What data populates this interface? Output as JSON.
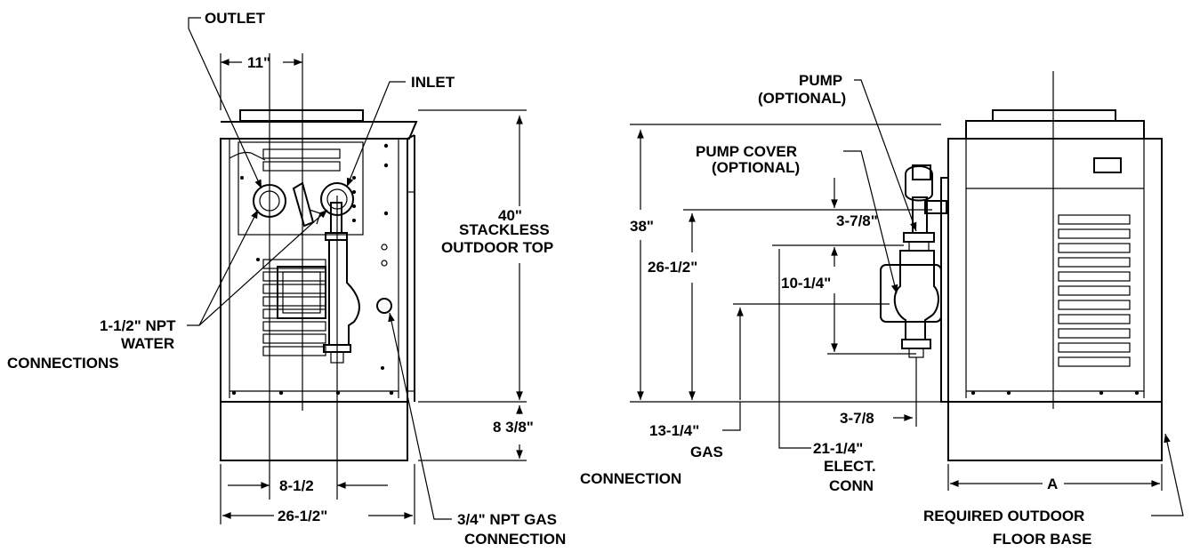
{
  "labels": {
    "outlet": "OUTLET",
    "inlet": "INLET",
    "dim_11": "11\"",
    "height_40": "40\"",
    "stackless_1": "STACKLESS",
    "stackless_2": "OUTDOOR TOP",
    "water_conn_1": "1-1/2\" NPT",
    "water_conn_2": "WATER",
    "water_conn_3": "CONNECTIONS",
    "dim_8_3_8": "8 3/8\"",
    "dim_8_1_2": "8-1/2",
    "dim_26_1_2_width": "26-1/2\"",
    "gas_npt_1": "3/4\" NPT GAS",
    "gas_npt_2": "CONNECTION",
    "pump_1": "PUMP",
    "pump_2": "(OPTIONAL)",
    "pump_cover_1": "PUMP COVER",
    "pump_cover_2": "(OPTIONAL)",
    "dim_38": "38\"",
    "dim_26_1_2_height": "26-1/2\"",
    "dim_3_7_8_a": "3-7/8\"",
    "dim_10_1_4": "10-1/4\"",
    "dim_3_7_8_b": "3-7/8",
    "dim_13_1_4": "13-1/4\"",
    "gas_conn_1": "GAS",
    "gas_conn_2": "CONNECTION",
    "dim_21_1_4": "21-1/4\"",
    "elect_1": "ELECT.",
    "elect_2": "CONN",
    "dim_a": "A",
    "floor_base_1": "REQUIRED OUTDOOR",
    "floor_base_2": "FLOOR BASE"
  }
}
